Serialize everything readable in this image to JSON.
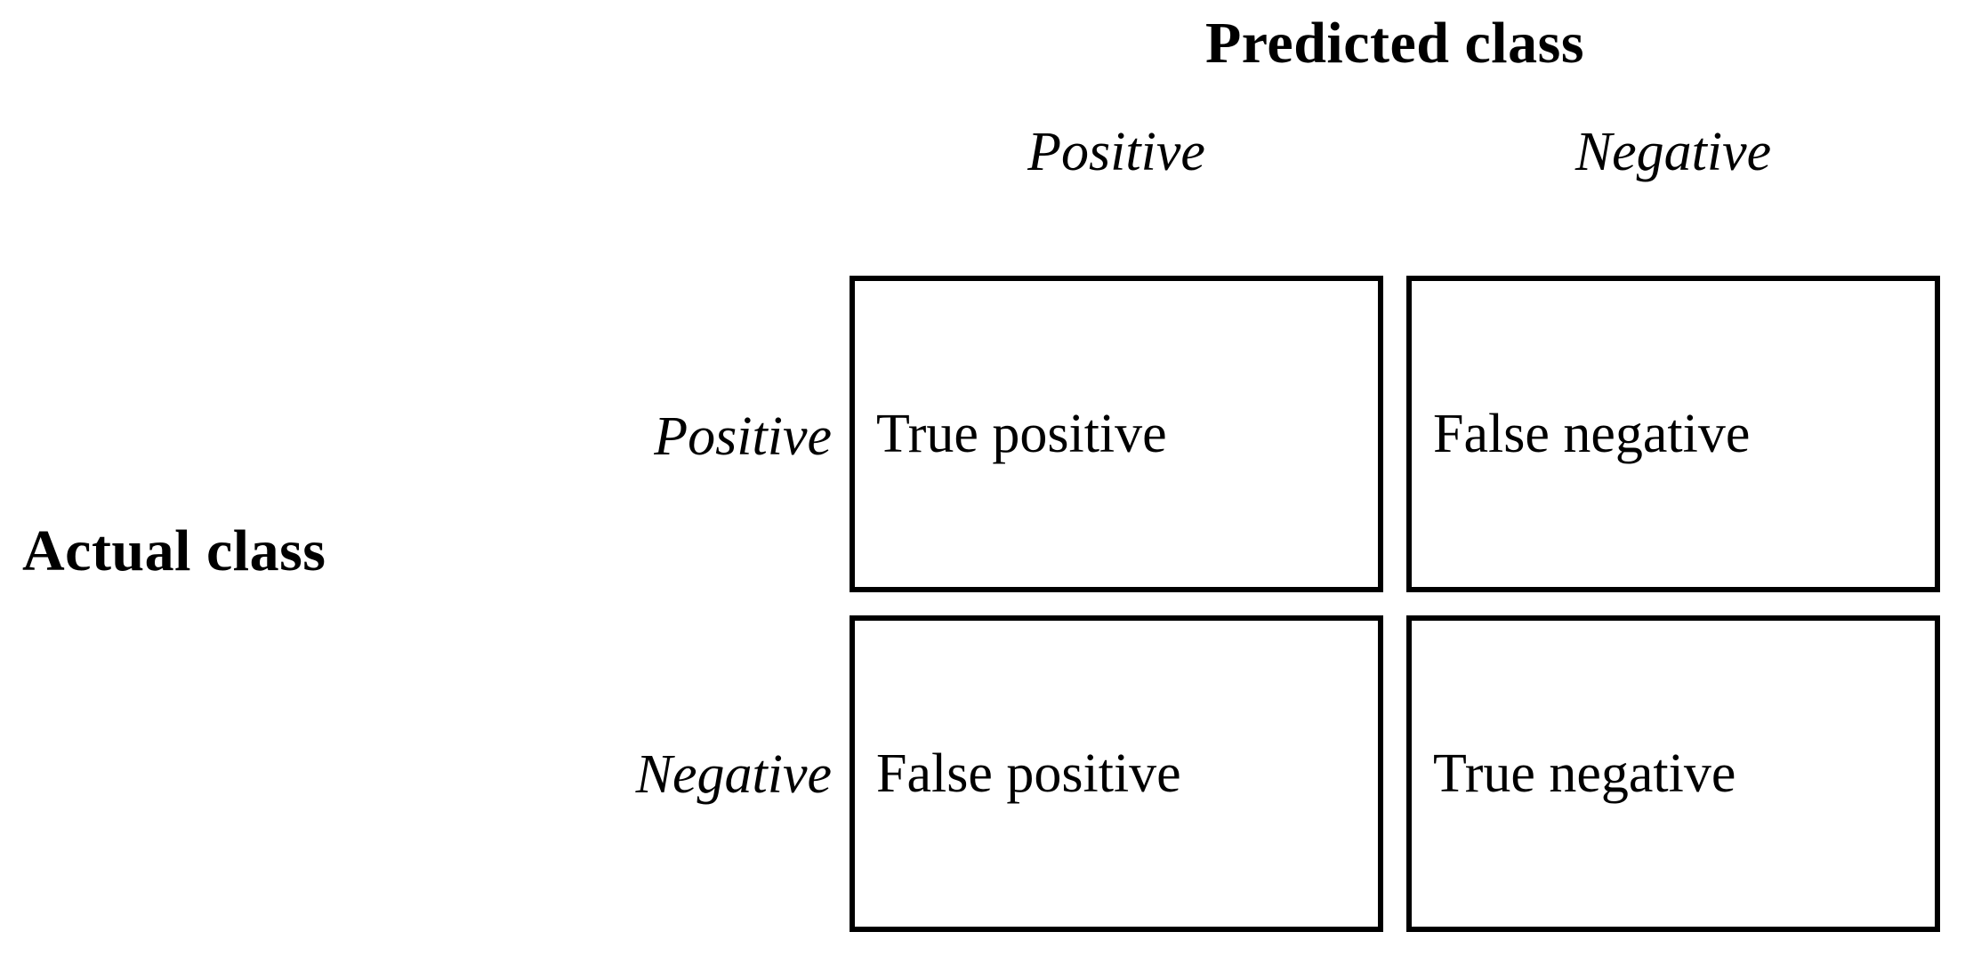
{
  "diagram": {
    "title_predicted": "Predicted class",
    "title_actual": "Actual class",
    "column_headers": [
      {
        "label": "Positive"
      },
      {
        "label": "Negative"
      }
    ],
    "row_headers": [
      {
        "label": "Positive"
      },
      {
        "label": "Negative"
      }
    ],
    "cells": [
      {
        "id": "true-positive",
        "label": "True positive"
      },
      {
        "id": "false-negative",
        "label": "False negative"
      },
      {
        "id": "false-positive",
        "label": "False positive"
      },
      {
        "id": "true-negative",
        "label": "True negative"
      }
    ],
    "colors": {
      "background": "#ffffff",
      "ink": "#000000",
      "border": "#000000"
    }
  }
}
